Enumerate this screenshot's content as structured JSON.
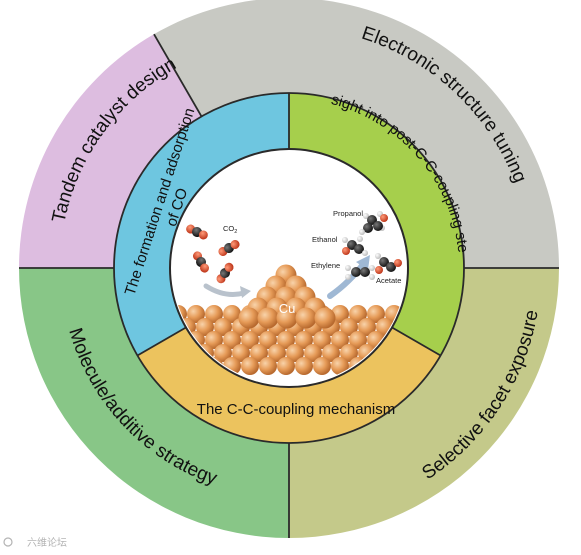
{
  "outer_segments": [
    {
      "id": "electronic",
      "label": "Electronic structure tuning",
      "color": "#c8c9c3"
    },
    {
      "id": "facet",
      "label": "Selective facet exposure",
      "color": "#c4c98a"
    },
    {
      "id": "molecule",
      "label": "Molecule/additive strategy",
      "color": "#88c687"
    },
    {
      "id": "tandem",
      "label": "Tandem catalyst design",
      "color": "#ddbde0"
    }
  ],
  "inner_segments": [
    {
      "id": "formation",
      "label_line1": "The formation and adsorption",
      "label_line2": "of CO",
      "color": "#6ec6e0"
    },
    {
      "id": "insight",
      "label": "Insight into post-C-C-coupling steps",
      "color": "#a6cf4c"
    },
    {
      "id": "mechanism",
      "label": "The C-C-coupling mechanism",
      "color": "#ecc35e"
    }
  ],
  "center": {
    "metal": "Cu",
    "reactant": "CO",
    "reactant_sub": "2",
    "products": [
      "Propanol",
      "Ethanol",
      "Ethylene",
      "Acetate"
    ]
  },
  "watermark": "六维论坛",
  "colors": {
    "copper": "#e49a5a",
    "divider": "#2a2a2a"
  }
}
